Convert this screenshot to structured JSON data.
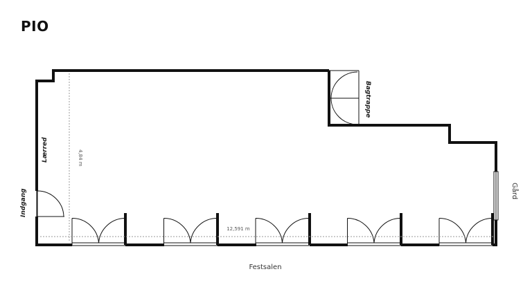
{
  "title": "PIO",
  "labels": {
    "screen": "Lærred",
    "entrance": "Indgang",
    "back_stairs": "Bagtrappe",
    "courtyard": "Gård",
    "hall": "Festsalen",
    "width_dim": "12,591 m",
    "depth_dim": "4,84 m"
  },
  "french_doors_count": 5
}
